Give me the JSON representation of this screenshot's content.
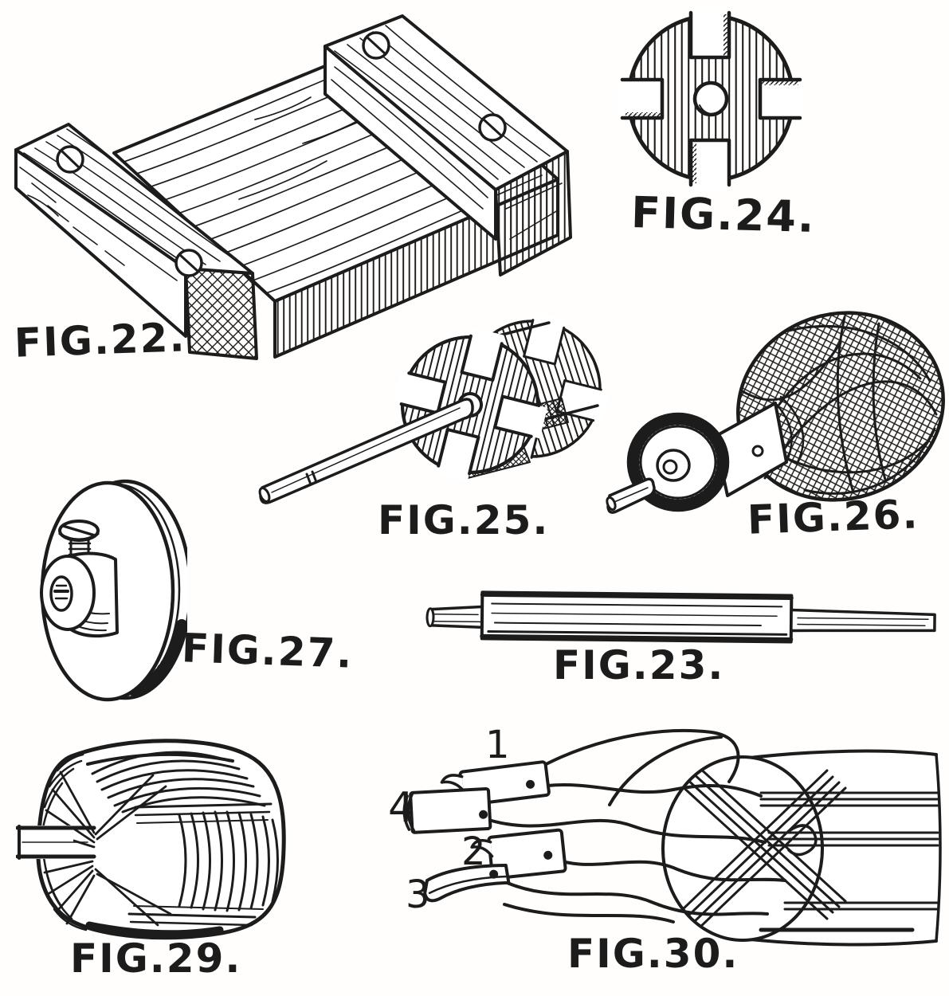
{
  "document": {
    "ink_color": "#1c1c1c",
    "paper_color": "#ffffff"
  },
  "figures": {
    "fig22": {
      "caption": "FIG.22."
    },
    "fig23": {
      "caption": "FIG.23."
    },
    "fig24": {
      "caption": "FIG.24."
    },
    "fig25": {
      "caption": "FIG.25."
    },
    "fig26": {
      "caption": "FIG.26."
    },
    "fig27": {
      "caption": "FIG.27."
    },
    "fig29": {
      "caption": "FIG.29."
    },
    "fig30": {
      "caption": "FIG.30.",
      "lead_labels": [
        "1",
        "2",
        "3",
        "4"
      ]
    }
  }
}
